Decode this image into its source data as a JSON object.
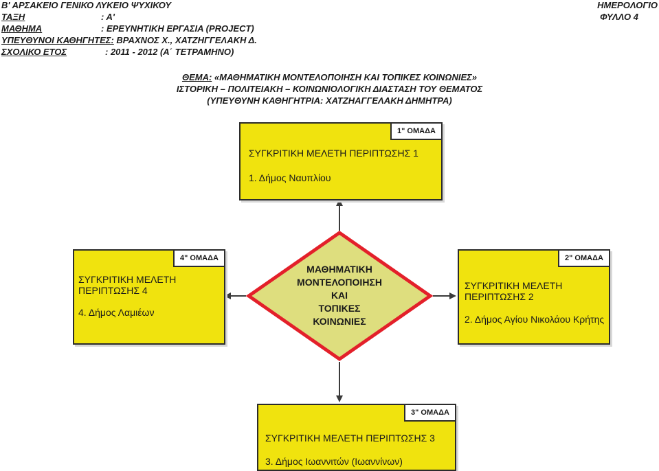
{
  "header": {
    "school": "Β' ΑΡΣΑΚΕΙΟ ΓΕΝΙΚΟ ΛΥΚΕΙΟ ΨΥΧΙΚΟΥ",
    "class_label": "ΤΑΞΗ",
    "class_value": ": Α'",
    "subject_label": "ΜΑΘΗΜΑ",
    "subject_value": ": ΕΡΕΥΝΗΤΙΚΗ ΕΡΓΑΣΙΑ (PROJECT)",
    "teachers_label": "ΥΠΕΥΘΥΝΟΙ ΚΑΘΗΓΗΤΕΣ:",
    "teachers_value": " ΒΡΑΧΝΟΣ Χ., ΧΑΤΖΗΓΓΕΛΑΚΗ Δ.",
    "year_label": "ΣΧΟΛΙΚΟ ΕΤΟΣ",
    "year_value": ": 2011 - 2012 (Α΄ ΤΕΤΡΑΜΗΝΟ)",
    "diary": "ΗΜΕΡΟΛΟΓΙΟ",
    "sheet": "ΦΥΛΛΟ 4"
  },
  "theme": {
    "label": "ΘΕΜΑ:",
    "title": " «ΜΑΘΗΜΑΤΙΚΗ ΜΟΝΤΕΛΟΠΟΙΗΣΗ ΚΑΙ ΤΟΠΙΚΕΣ ΚΟΙΝΩΝΙΕΣ»",
    "line2": "ΙΣΤΟΡΙΚΗ – ΠΟΛΙΤΕΙΑΚΗ – ΚΟΙΝΩΝΙΟΛΟΓΙΚΗ ΔΙΑΣΤΑΣΗ ΤΟΥ ΘΕΜΑΤΟΣ",
    "line3": "(ΥΠΕΥΘΥΝΗ ΚΑΘΗΓΗΤΡΙΑ: ΧΑΤΖΗΑΓΓΕΛΑΚΗ ΔΗΜΗΤΡΑ)"
  },
  "center": {
    "lines": [
      "ΜΑΘΗΜΑΤΙΚΗ",
      "ΜΟΝΤΕΛΟΠΟΙΗΣΗ",
      "ΚΑΙ",
      "ΤΟΠΙΚΕΣ",
      "ΚΟΙΝΩΝΙΕΣ"
    ]
  },
  "groups": {
    "g1": {
      "badge": "1\" ΟΜΑΔΑ",
      "title": "ΣΥΓΚΡΙΤΙΚΗ ΜΕΛΕΤΗ ΠΕΡΙΠΤΩΣΗΣ 1",
      "item": "1. Δήμος Ναυπλίου"
    },
    "g2": {
      "badge": "2\" ΟΜΑΔΑ",
      "title1": "ΣΥΓΚΡΙΤΙΚΗ ΜΕΛΕΤΗ",
      "title2": "ΠΕΡΙΠΤΩΣΗΣ 2",
      "item": "2. Δήμος Αγίου Νικολάου Κρήτης"
    },
    "g3": {
      "badge": "3\" ΟΜΑΔΑ",
      "title": "ΣΥΓΚΡΙΤΙΚΗ ΜΕΛΕΤΗ ΠΕΡΙΠΤΩΣΗΣ 3",
      "item": "3. Δήμος Ιωαννιτών (Ιωαννίνων)"
    },
    "g4": {
      "badge": "4\" ΟΜΑΔΑ",
      "title1": "ΣΥΓΚΡΙΤΙΚΗ ΜΕΛΕΤΗ",
      "title2": "ΠΕΡΙΠΤΩΣΗΣ 4",
      "item": "4. Δήμος Λαμιέων"
    }
  },
  "colors": {
    "box": "#f0e30e",
    "diamond_fill": "#dede7e",
    "diamond_border": "#e3202a",
    "arrow": "#3a3a3a"
  }
}
